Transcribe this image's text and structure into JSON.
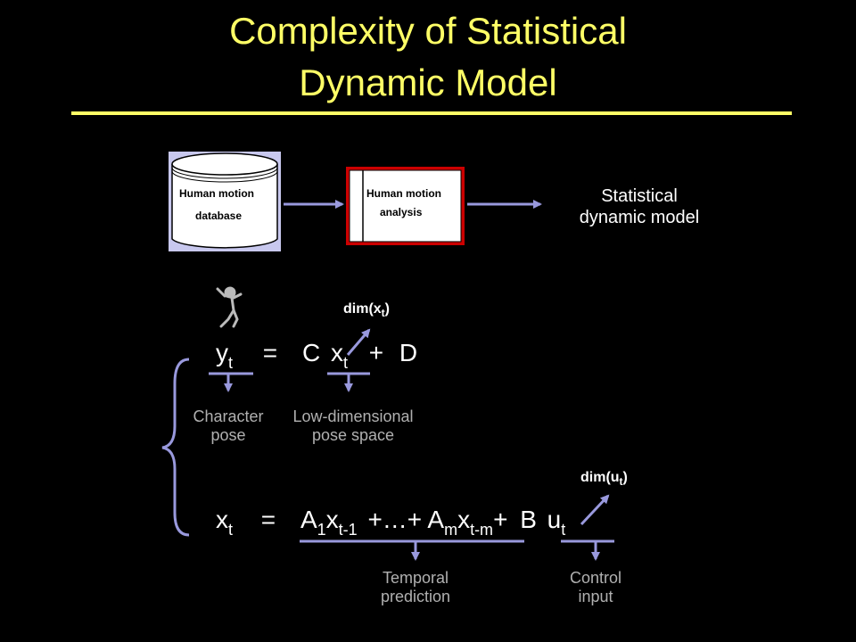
{
  "slide": {
    "title_line1": "Complexity of Statistical",
    "title_line2": "Dynamic Model"
  },
  "pipeline": {
    "database_line1": "Human motion",
    "database_line2": "database",
    "analysis_line1": "Human motion",
    "analysis_line2": "analysis",
    "output_line1": "Statistical",
    "output_line2": "dynamic model"
  },
  "observation_equation": {
    "y": "y",
    "y_sub": "t",
    "equals": "=",
    "C": "C",
    "x": "x",
    "x_sub": "t",
    "plus": "+",
    "D": "D",
    "dim_label": "dim(x",
    "dim_sub": "t",
    "dim_close": ")",
    "caption_left_line1": "Character",
    "caption_left_line2": "pose",
    "caption_right_line1": "Low-dimensional",
    "caption_right_line2": "pose space"
  },
  "dynamics_equation": {
    "x": "x",
    "x_sub": "t",
    "equals": "=",
    "A1": "A",
    "A1_sub": "1",
    "x1": "x",
    "x1_sub": "t-1",
    "mid": "+…+",
    "Am": "A",
    "Am_sub": "m",
    "xm": "x",
    "xm_sub": "t-m",
    "plus": "+",
    "B": "B",
    "u": "u",
    "u_sub": "t",
    "dim_label": "dim(u",
    "dim_sub": "t",
    "dim_close": ")",
    "caption_left_line1": "Temporal",
    "caption_left_line2": "prediction",
    "caption_right_line1": "Control",
    "caption_right_line2": "input"
  },
  "colors": {
    "title": "#ffff66",
    "arrow": "#9999dd",
    "box_border": "#cc0000",
    "caption": "#b0b0b0"
  }
}
